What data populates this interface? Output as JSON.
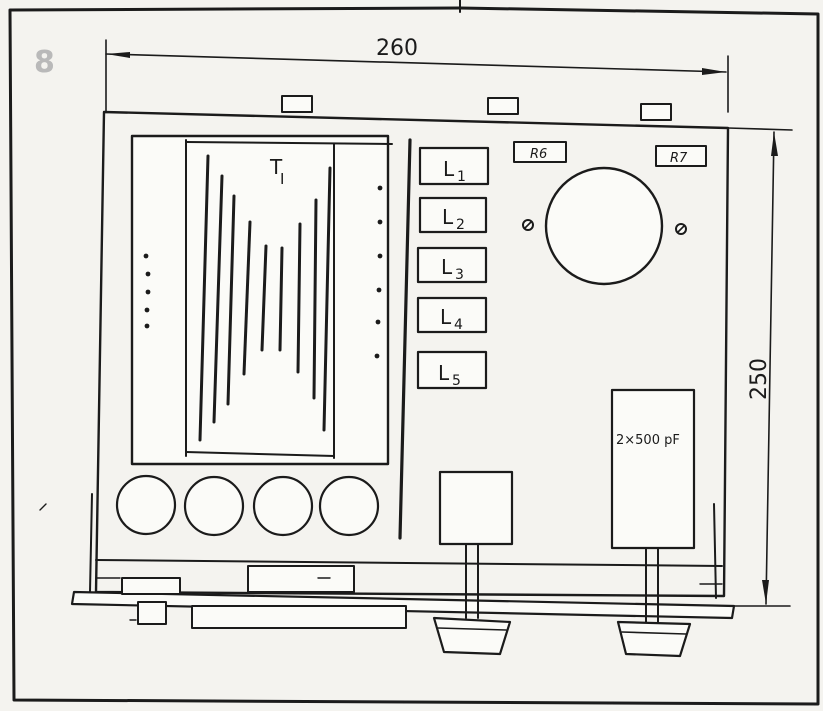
{
  "figure_number": "8",
  "dimensions": {
    "width": "260",
    "height": "250"
  },
  "transformer_label": "T",
  "transformer_subscript": "I",
  "coils": [
    {
      "main": "L",
      "sub": "1"
    },
    {
      "main": "L",
      "sub": "2"
    },
    {
      "main": "L",
      "sub": "3"
    },
    {
      "main": "L",
      "sub": "4"
    },
    {
      "main": "L",
      "sub": "5"
    }
  ],
  "resistors": [
    "R6",
    "R7"
  ],
  "capacitor_label": "2×500 pF"
}
